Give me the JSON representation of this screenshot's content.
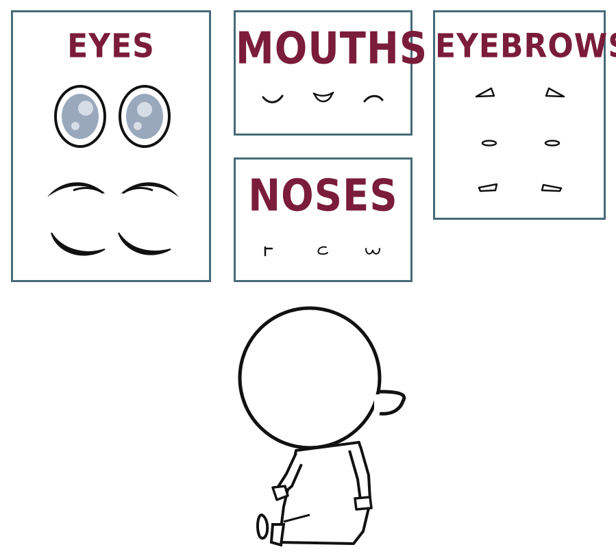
{
  "panels": {
    "eyes": {
      "title": "EYES"
    },
    "mouths": {
      "title": "MOUTHS"
    },
    "noses": {
      "title": "NOSES"
    },
    "eyebrows": {
      "title": "EYEBROWS"
    }
  },
  "colors": {
    "panel_border": "#476a78",
    "title": "#7a1c3a",
    "iris": "#9aa8bc",
    "iris_highlight": "#d7dde7",
    "outline": "#111111"
  }
}
